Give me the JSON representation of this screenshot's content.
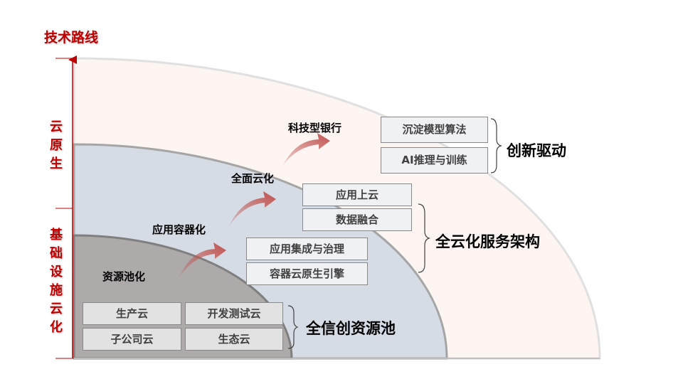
{
  "title": "技术路线",
  "axis": {
    "cloud_native": [
      "云",
      "原",
      "生"
    ],
    "infra_cloud": [
      "基",
      "础",
      "设",
      "施",
      "云",
      "化"
    ]
  },
  "stages": [
    "资源池化",
    "应用容器化",
    "全面云化",
    "科技型银行"
  ],
  "groups": {
    "innovation": {
      "label": "创新驱动",
      "items": [
        "沉淀模型算法",
        "AI推理与训练"
      ]
    },
    "full_cloud": {
      "label": "全云化服务架构",
      "items": [
        "应用上云",
        "数据融合",
        "应用集成与治理",
        "容器云原生引擎"
      ]
    },
    "xinchuang": {
      "label": "全信创资源池",
      "items": [
        "生产云",
        "开发测试云",
        "子公司云",
        "生态云"
      ]
    }
  },
  "colors": {
    "accent": "#c00000",
    "outer": "#fdf5f2",
    "middle": "#d6dce5",
    "inner": "#aeaaaa"
  }
}
